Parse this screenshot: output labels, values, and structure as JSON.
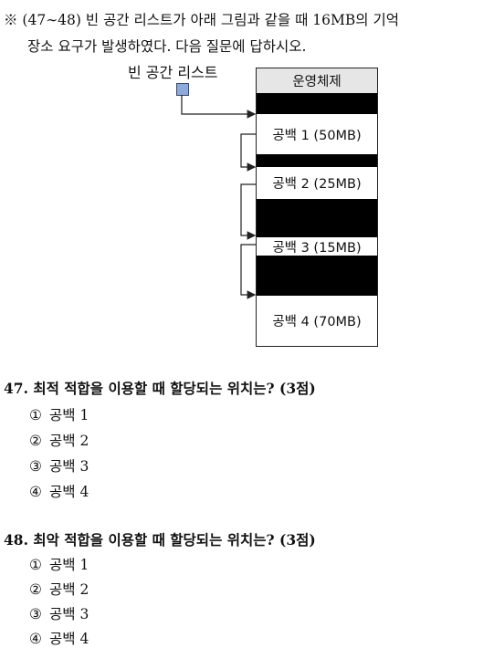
{
  "intro": {
    "line1": "※ (47∼48) 빈 공간 리스트가 아래 그림과 같을 때 16MB의 기억",
    "line2": "장소 요구가 발생하였다. 다음 질문에 답하시오."
  },
  "diagram": {
    "free_list_label": "빈 공간 리스트",
    "os_label": "운영체제",
    "holes": [
      "공백 1 (50MB)",
      "공백 2 (25MB)",
      "공백 3 (15MB)",
      "공백 4 (70MB)"
    ]
  },
  "questions": [
    {
      "title": "47. 최적 적합을 이용할 때 할당되는 위치는? (3점)",
      "options": [
        {
          "mark": "①",
          "text": "공백 1"
        },
        {
          "mark": "②",
          "text": "공백 2"
        },
        {
          "mark": "③",
          "text": "공백 3"
        },
        {
          "mark": "④",
          "text": "공백 4"
        }
      ]
    },
    {
      "title": "48. 최악 적합을 이용할 때 할당되는 위치는? (3점)",
      "options": [
        {
          "mark": "①",
          "text": "공백 1"
        },
        {
          "mark": "②",
          "text": "공백 2"
        },
        {
          "mark": "③",
          "text": "공백 3"
        },
        {
          "mark": "④",
          "text": "공백 4"
        }
      ]
    }
  ]
}
